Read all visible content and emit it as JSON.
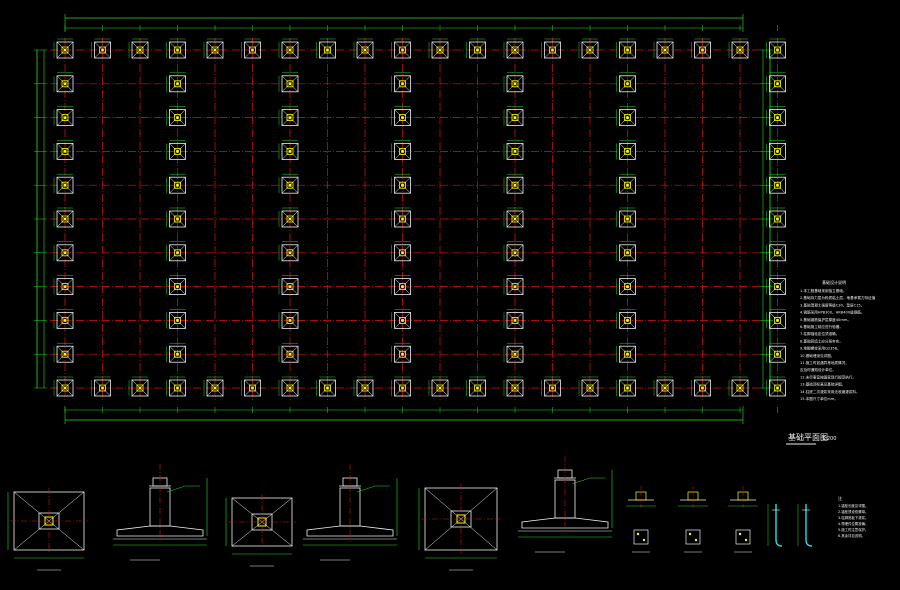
{
  "drawing": {
    "plan_title": "基础平面图",
    "plan_scale": "1:200",
    "notes_title": "基础设计说明",
    "notes": [
      "1.本工程基础采用独立基础。",
      "2.基础持力层为粉质粘土层，地基承载力特征值",
      "3.基础混凝土强度等级C30，垫层C15。",
      "4.钢筋采用HPB300、HRB400级钢筋。",
      "5.基础钢筋保护层厚度40mm。",
      "6.基础施工前应进行验槽。",
      "7.柱脚锚栓定位须准确。",
      "8.基础回填土应分层夯实。",
      "9.地脚螺栓采用Q235B。",
      "10.基础埋深见详图。",
      "11.施工时如遇异常地质情况，",
      "   应及时通知设计单位。",
      "12.未尽事宜按国家现行规范执行。",
      "13.基础顶标高见基础详图。",
      "14.柱底二次灌浆采用无收缩灌浆料。",
      "15.本图尺寸单位mm。"
    ],
    "detail_notes_title": "注",
    "detail_notes": [
      "1.锚栓长度见详图。",
      "2.锚栓须设双螺母。",
      "3.柱脚底板下灌浆。",
      "4.预埋件位置准确。",
      "5.施工时注意保护。",
      "6.其余详见说明。"
    ],
    "colors": {
      "background": "#000000",
      "axis": "#e01010",
      "dimension": "#20e020",
      "footing": "#f0f0f0",
      "column": "#ffff00",
      "text": "#f0f0f0",
      "cyan": "#20e0e0"
    }
  }
}
